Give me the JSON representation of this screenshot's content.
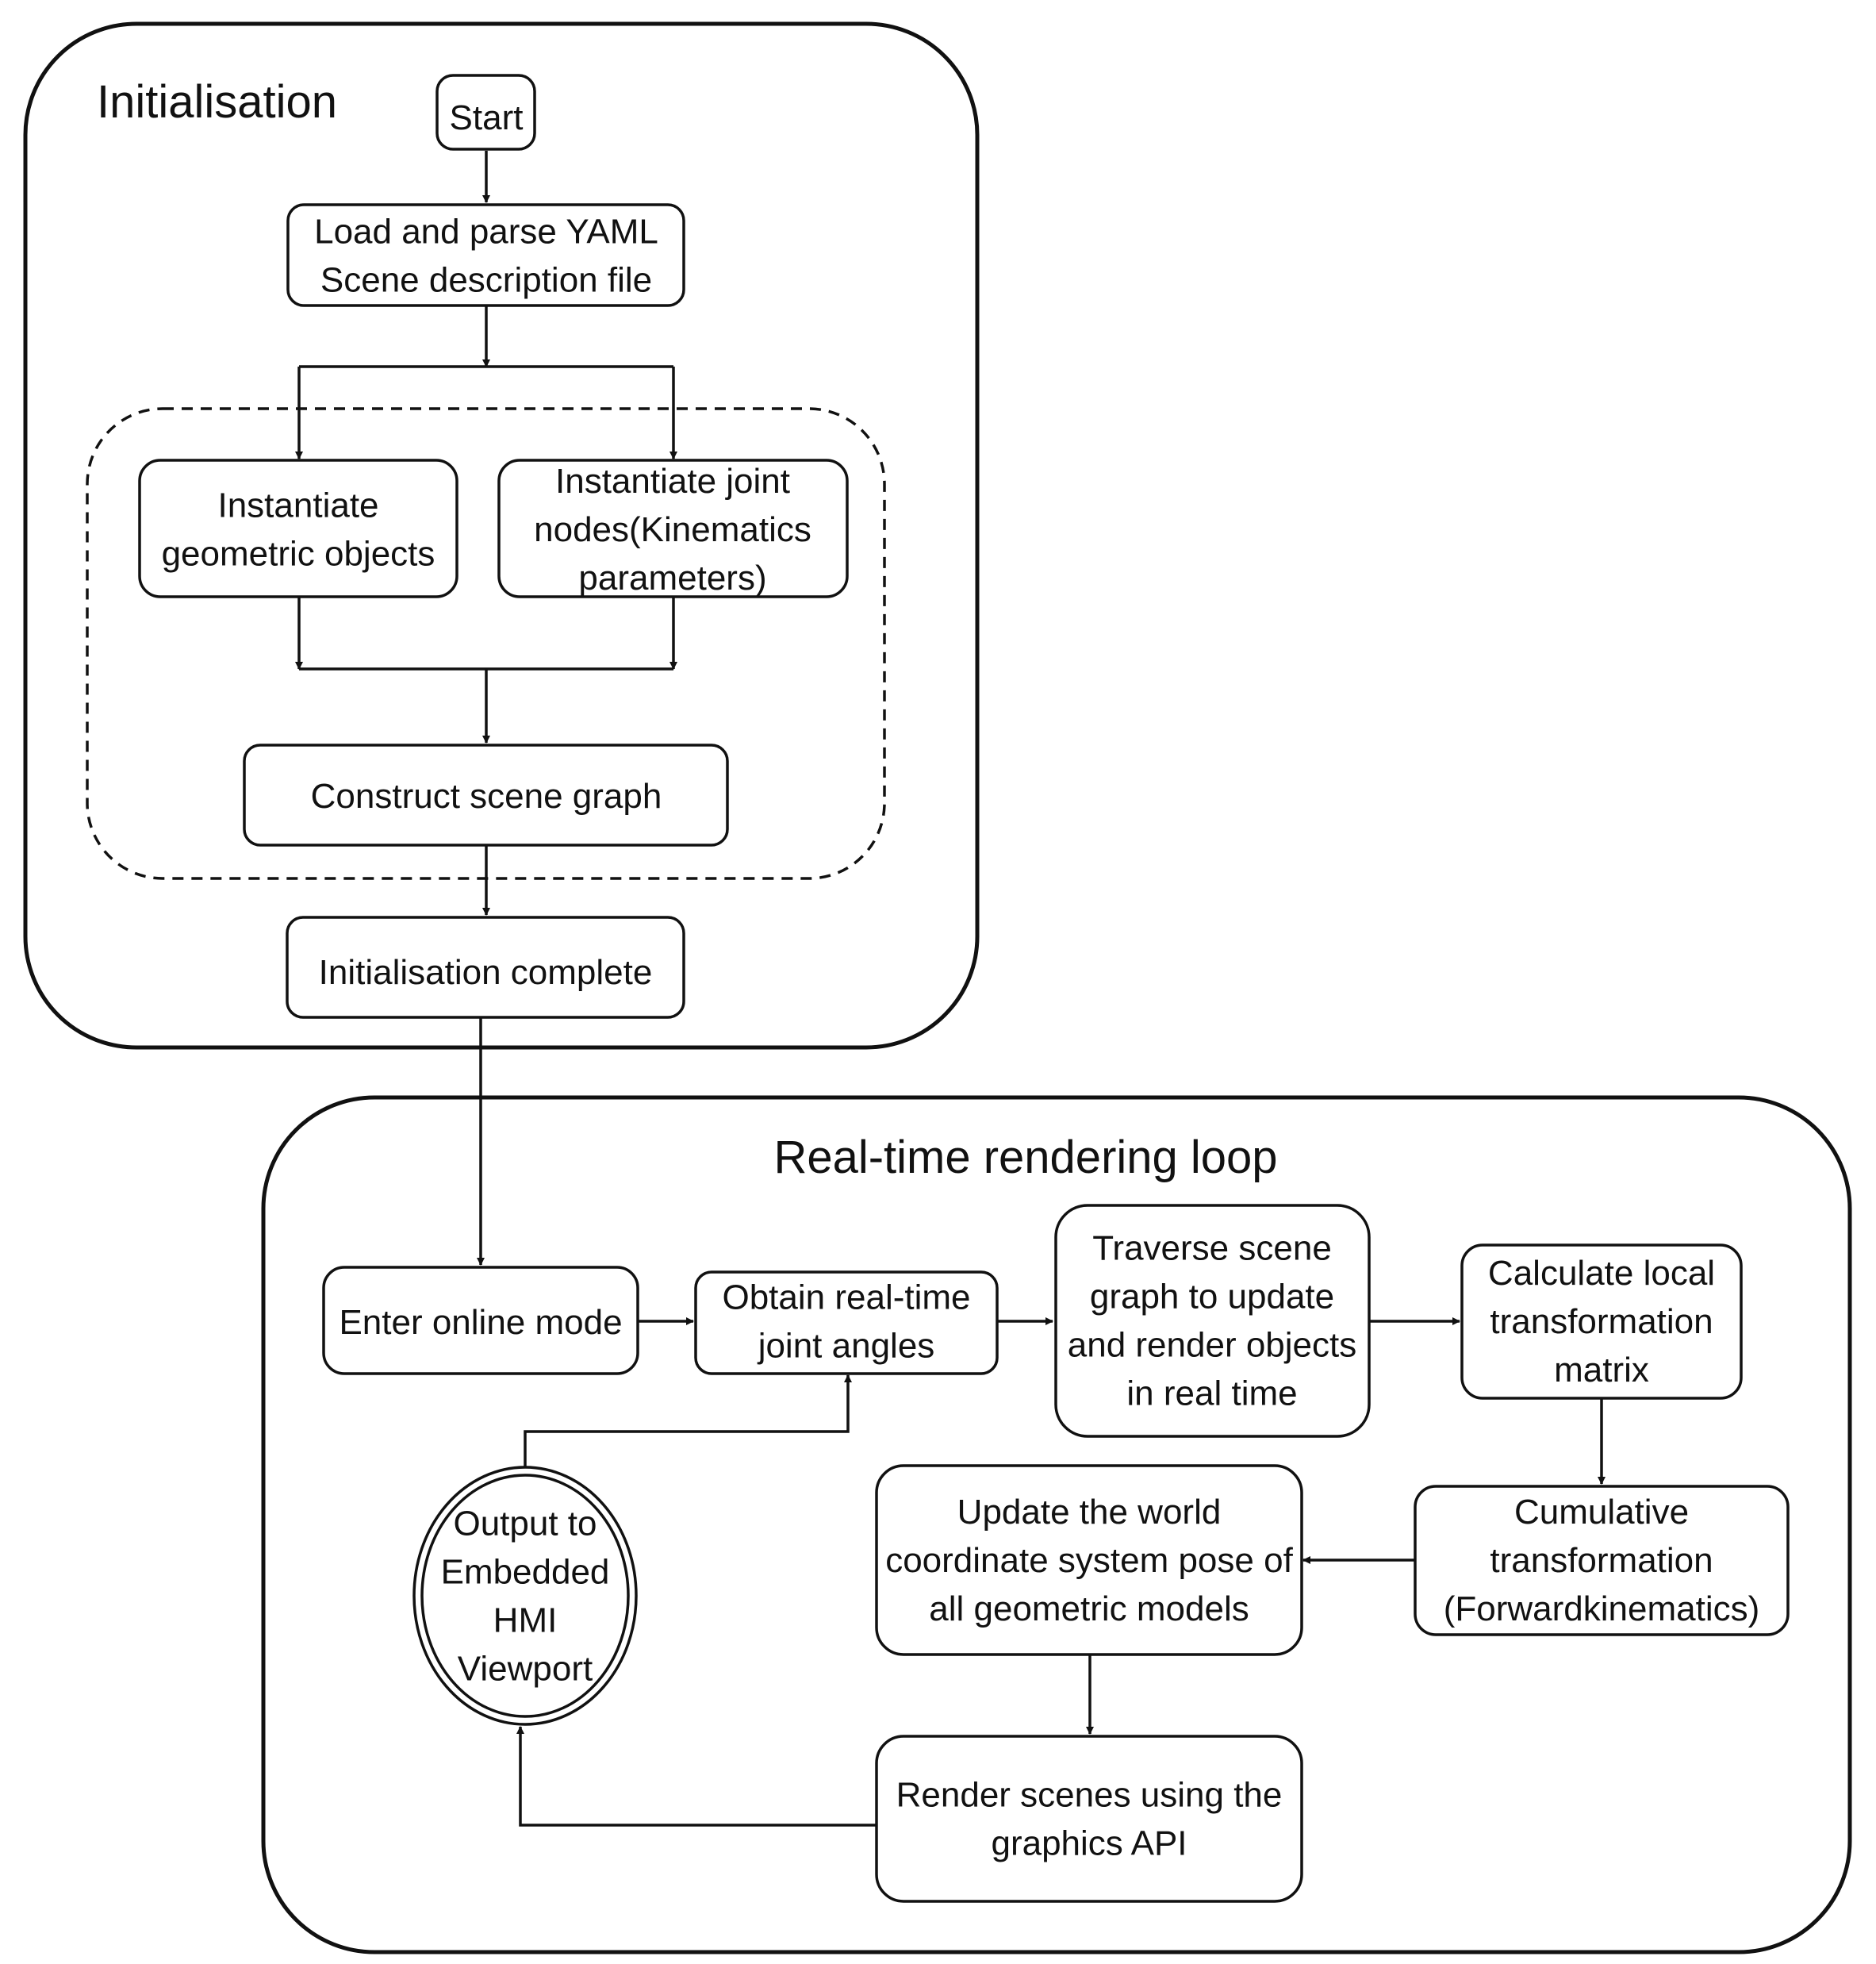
{
  "sections": {
    "initialisation": {
      "title": "Initialisation"
    },
    "realtime": {
      "title": "Real-time rendering loop"
    }
  },
  "nodes": {
    "start": {
      "lines": [
        "Start"
      ]
    },
    "load_yaml": {
      "lines": [
        "Load and parse YAML",
        "Scene description file"
      ]
    },
    "geometric_objects": {
      "lines": [
        "Instantiate",
        "geometric objects"
      ]
    },
    "joint_nodes": {
      "lines": [
        "Instantiate joint",
        "nodes(Kinematics",
        "parameters)"
      ]
    },
    "construct_graph": {
      "lines": [
        "Construct scene graph"
      ]
    },
    "init_complete": {
      "lines": [
        "Initialisation complete"
      ]
    },
    "online_mode": {
      "lines": [
        "Enter online mode"
      ]
    },
    "joint_angles": {
      "lines": [
        "Obtain real-time",
        "joint angles"
      ]
    },
    "traverse": {
      "lines": [
        "Traverse scene",
        "graph to update",
        "and render objects",
        "in real time"
      ]
    },
    "local_matrix": {
      "lines": [
        "Calculate local",
        "transformation",
        "matrix"
      ]
    },
    "cumulative": {
      "lines": [
        "Cumulative",
        "transformation",
        "(Forwardkinematics)"
      ]
    },
    "world_pose": {
      "lines": [
        "Update the world",
        "coordinate system pose of",
        "all geometric models"
      ]
    },
    "render_api": {
      "lines": [
        "Render scenes using the",
        "graphics API"
      ]
    },
    "output_hmi": {
      "lines": [
        "Output to",
        "Embedded",
        "HMI",
        "Viewport"
      ]
    }
  },
  "colors": {
    "stroke": "#111111",
    "background": "#ffffff"
  }
}
